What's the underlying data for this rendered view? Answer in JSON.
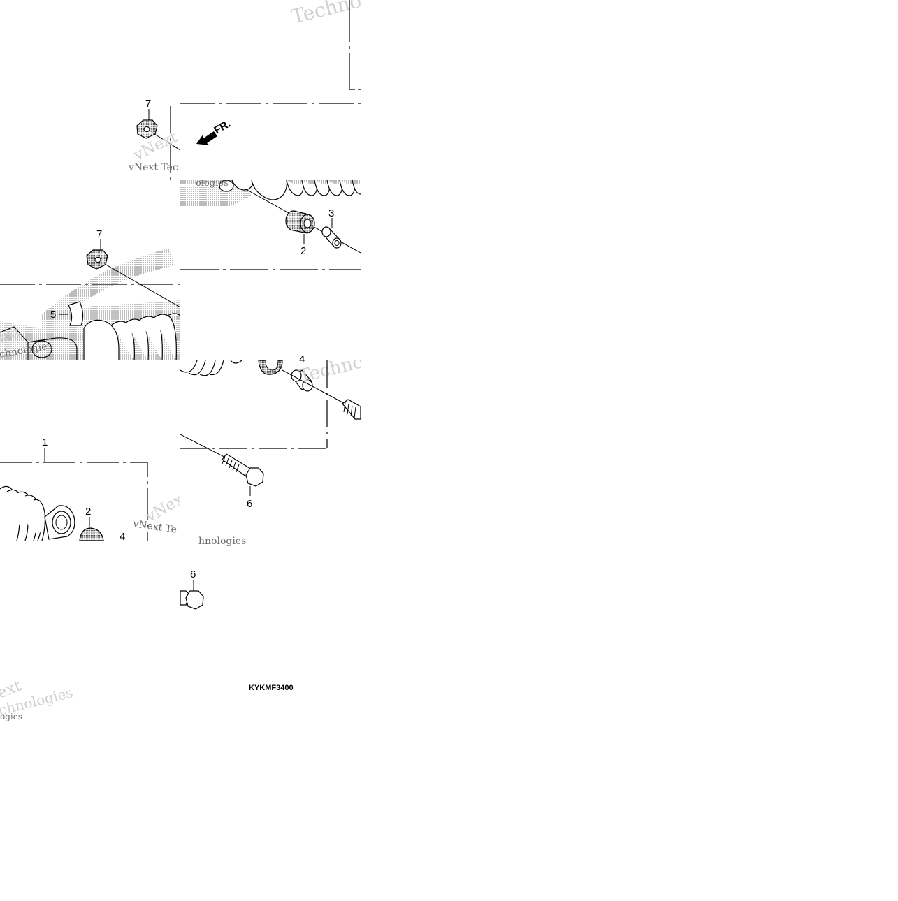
{
  "callouts": {
    "c7a": "7",
    "c7b": "7",
    "c5": "5",
    "c2a": "2",
    "c3": "3",
    "c4a": "4",
    "c1": "1",
    "c2b": "2",
    "c4b": "4",
    "c6a": "6",
    "c6b": "6"
  },
  "direction_label": "FR.",
  "diagram_code": "KYKMF3400",
  "watermarks": {
    "tech_a": "Techno",
    "vnext_a": "vNext Tec",
    "vnext_b": "vNext",
    "tech_b": "chnologies",
    "tech_c": "Techno",
    "vnext_c": "vNext Te",
    "tech_d": "hnologies",
    "tech_e": "ologies",
    "ext": "ext",
    "tech_f": "chnologies",
    "tech_g": "ogies"
  }
}
